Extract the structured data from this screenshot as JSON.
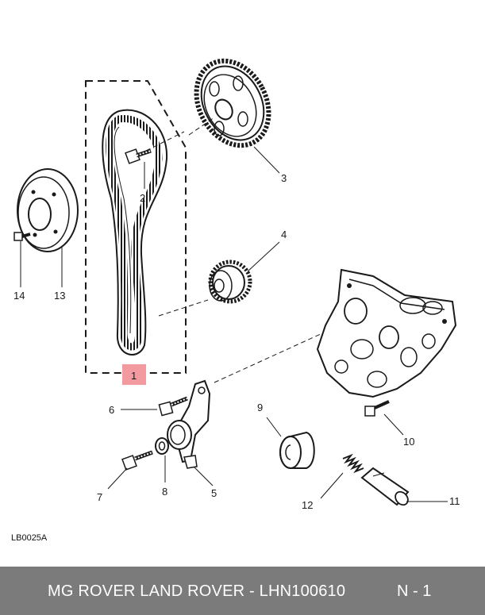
{
  "callouts": {
    "c1": "1",
    "c2": "2",
    "c3": "3",
    "c4": "4",
    "c5": "5",
    "c6": "6",
    "c7": "7",
    "c8": "8",
    "c9": "9",
    "c10": "10",
    "c11": "11",
    "c12": "12",
    "c13": "13",
    "c14": "14"
  },
  "reference_code": "LB0025A",
  "footer": {
    "title": "MG ROVER LAND ROVER - LHN100610",
    "page": "N - 1"
  },
  "colors": {
    "highlight": "#f29a9f",
    "footer_bg": "#7b7b7b",
    "line": "#1a1a1a"
  }
}
